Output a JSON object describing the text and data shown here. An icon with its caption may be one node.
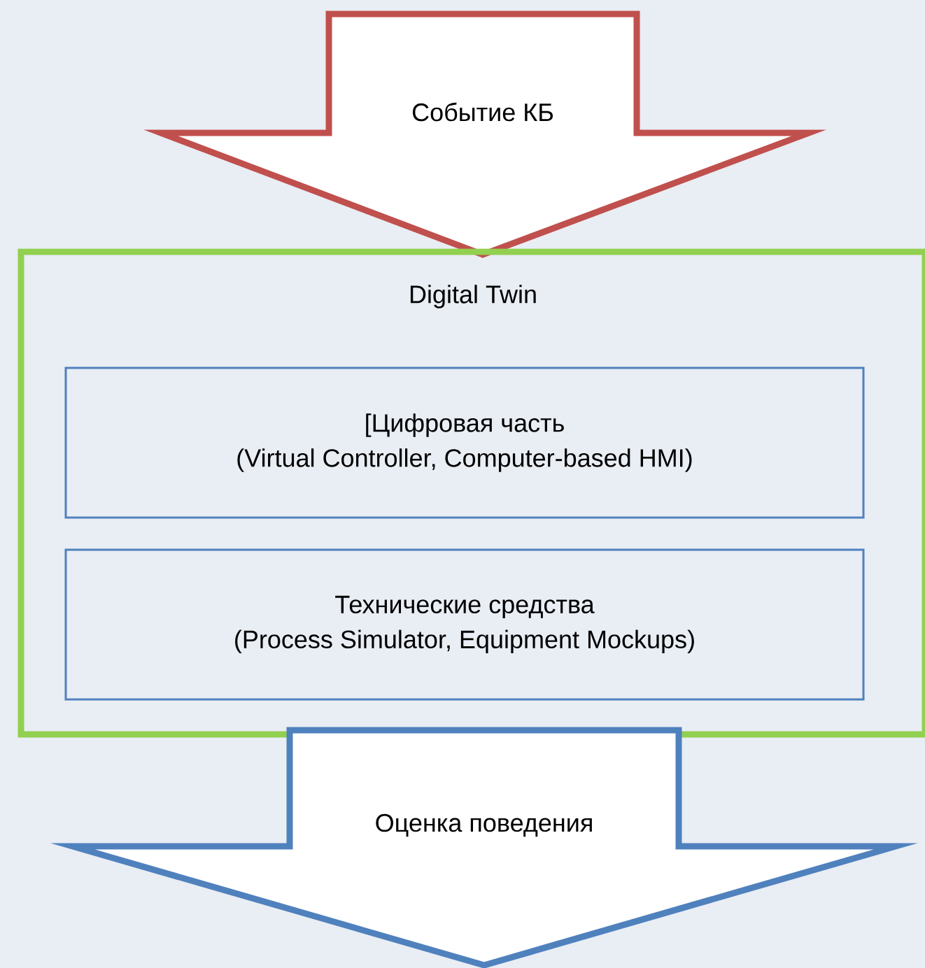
{
  "diagram": {
    "nodes": [
      {
        "text": [
          "Событие КБ"
        ]
      },
      {
        "text": [
          "Digital Twin"
        ]
      },
      {
        "text": [
          "[Цифровая часть",
          "(Virtual Controller, Computer-based HMI)"
        ],
        "in": 1
      },
      {
        "text": [
          "Технические средства",
          "(Process Simulator, Equipment Mockups)"
        ],
        "in": 1
      },
      {
        "text": [
          "Оценка поведения"
        ]
      }
    ]
  }
}
